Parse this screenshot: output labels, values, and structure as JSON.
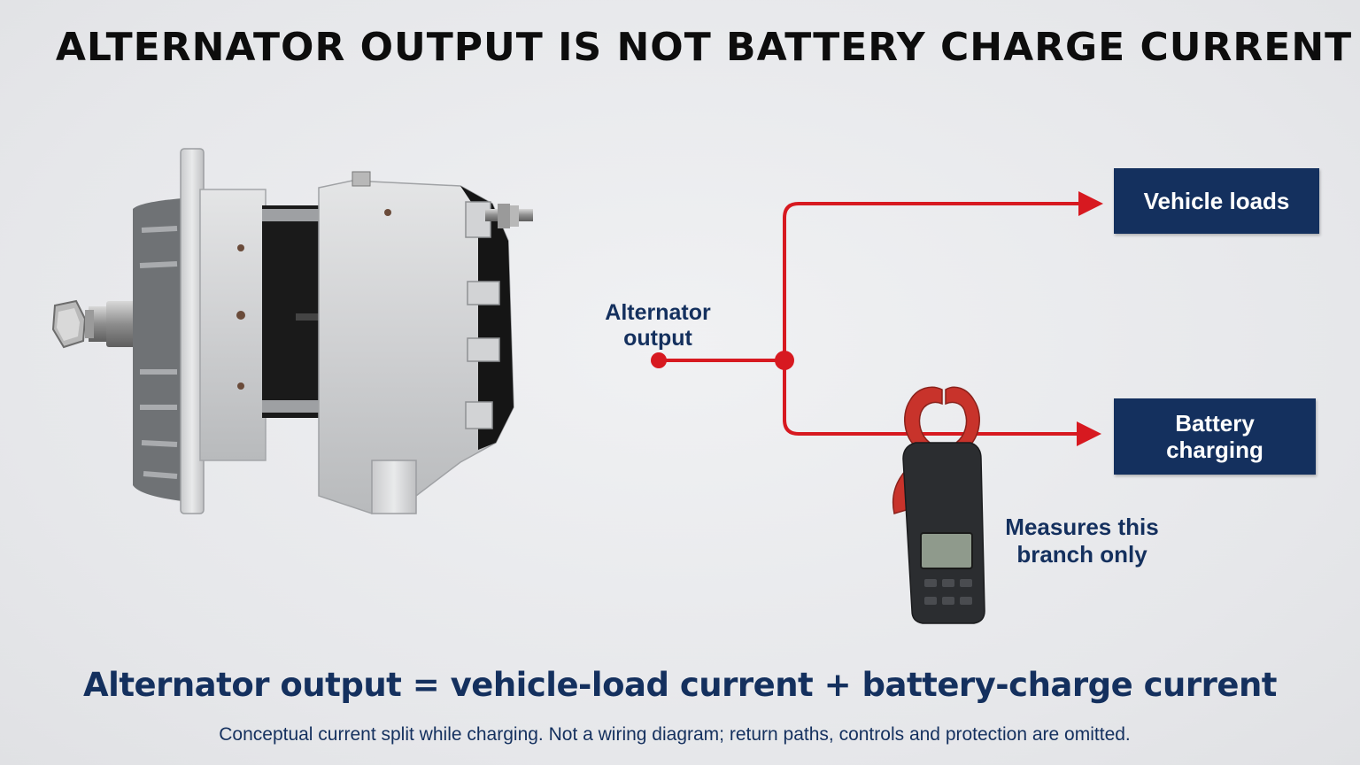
{
  "title": "ALTERNATOR OUTPUT IS NOT BATTERY CHARGE CURRENT",
  "source_label": "Alternator\noutput",
  "targets": {
    "vehicle_loads": "Vehicle loads",
    "battery_charging": "Battery\ncharging"
  },
  "clamp_note": "Measures this\nbranch only",
  "equation": "Alternator output = vehicle-load current  + battery-charge current",
  "footnote": "Conceptual current split while charging. Not a wiring diagram; return paths, controls and protection are omitted.",
  "colors": {
    "background": "#e8e9ec",
    "wire_red": "#d71920",
    "box_navy": "#14305e",
    "text_navy": "#14305e",
    "meter_red": "#c8332b",
    "meter_body": "#2b2d30"
  },
  "icons": [
    "alternator-illustration",
    "clamp-meter-icon"
  ]
}
